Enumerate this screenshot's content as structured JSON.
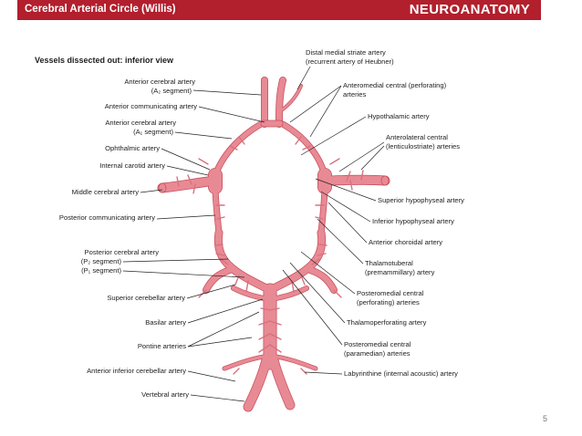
{
  "header": {
    "title": "Cerebral Arterial Circle (Willis)",
    "section": "NEUROANATOMY"
  },
  "figure": {
    "subtitle": "Vessels dissected out: inferior view",
    "left_labels": {
      "aca_a2_1": "Anterior cerebral artery",
      "aca_a2_2": "(A₂ segment)",
      "acom": "Anterior communicating artery",
      "aca_a1_1": "Anterior cerebral artery",
      "aca_a1_2": "(A₁ segment)",
      "ophthalmic": "Ophthalmic artery",
      "ica": "Internal carotid artery",
      "mca": "Middle cerebral artery",
      "pcom": "Posterior communicating artery",
      "pca_1": "Posterior cerebral artery",
      "pca_2": "(P₂ segment)",
      "pca_3": "(P₁ segment)",
      "sca": "Superior cerebellar artery",
      "basilar": "Basilar artery",
      "pontine": "Pontine arteries",
      "aica": "Anterior inferior cerebellar artery",
      "vertebral": "Vertebral artery"
    },
    "right_labels": {
      "heubner_1": "Distal medial striate artery",
      "heubner_2": "(recurrent artery of Heubner)",
      "anteromedial_1": "Anteromedial central (perforating)",
      "anteromedial_2": "arteries",
      "hypothalamic": "Hypothalamic artery",
      "anterolateral_1": "Anterolateral central",
      "anterolateral_2": "(lenticulostriate) arteries",
      "sup_hypophyseal": "Superior hypophyseal artery",
      "inf_hypophyseal": "Inferior hypophyseal artery",
      "ant_choroidal": "Anterior choroidal artery",
      "thalamotuberal_1": "Thalamotuberal",
      "thalamotuberal_2": "(premammillary) artery",
      "posteromedial_1": "Posteromedial central",
      "posteromedial_2": "(perforating) arteries",
      "thalamoperforating": "Thalamoperforating artery",
      "posteromedial_par_1": "Posteromedial central",
      "posteromedial_par_2": "(paramedian) arteries",
      "labyrinthine": "Labyrinthine (internal acoustic) artery"
    },
    "artery_color": "#e88a94",
    "artery_edge_color": "#c9505f"
  },
  "page_number": "5"
}
